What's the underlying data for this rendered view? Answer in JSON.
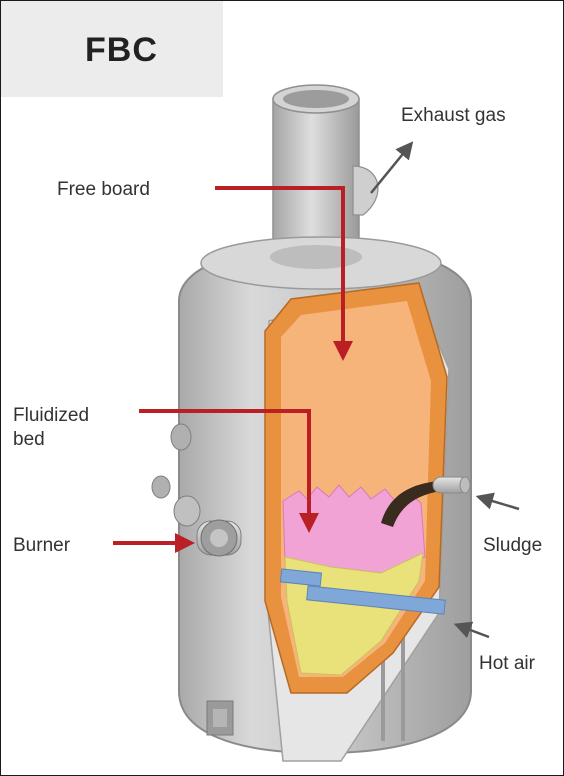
{
  "title": "FBC",
  "labels": {
    "exhaust_gas": "Exhaust gas",
    "free_board": "Free board",
    "fluidized_bed_line1": "Fluidized",
    "fluidized_bed_line2": "bed",
    "burner": "Burner",
    "sludge": "Sludge",
    "hot_air": "Hot air"
  },
  "colors": {
    "vessel_gray": "#c9c9c9",
    "inner_orange": "#f6b47a",
    "wall_orange": "#e8913e",
    "bed_pink": "#f2a3d6",
    "sand_yellow": "#e9e27a",
    "air_blue": "#7fa7d8",
    "pointer_red": "#b91f24",
    "arrow_gray": "#555555"
  },
  "icons": [
    "arrow-icon"
  ]
}
